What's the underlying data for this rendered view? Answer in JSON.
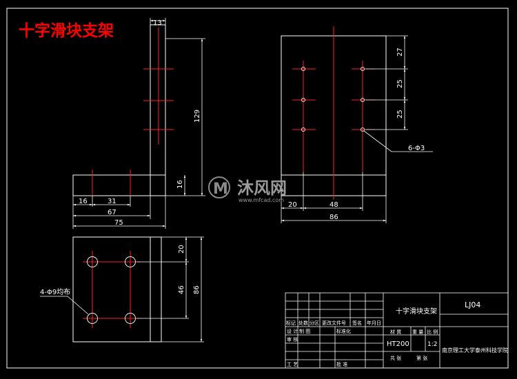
{
  "title": "十字滑块支架",
  "watermark": {
    "brand": "沐风网",
    "url": "www.mfcad.com"
  },
  "dimensions": {
    "d13": "13",
    "d129": "129",
    "d16v": "16",
    "d16h": "16",
    "d31": "31",
    "d67": "67",
    "d75": "75",
    "d27": "27",
    "d25a": "25",
    "d25b": "25",
    "d20h": "20",
    "d48": "48",
    "d86h": "86",
    "d20v": "20",
    "d46": "46",
    "d86v": "86"
  },
  "callouts": {
    "holes_right": "6-Φ3",
    "holes_bottom": "4-Φ9均布"
  },
  "title_block": {
    "part_name": "十字滑块支架",
    "drawing_no": "LJ04",
    "material": "HT200",
    "scale": "1:2",
    "school": "南京理工大学泰州科技学院",
    "hdr_material": "材 質",
    "hdr_weight": "重 量",
    "hdr_scale": "比 例",
    "hdr_total": "共   张",
    "hdr_sheet": "第   张",
    "rev_mark": "标记",
    "rev_count": "处数",
    "rev_zone": "分区",
    "rev_docno": "更改文件号",
    "rev_sign": "签名",
    "rev_date": "年月日",
    "designer": "设 计",
    "standardizer": "标准化",
    "reviewer": "审 核",
    "process": "工 艺",
    "drafter": "制 图",
    "approver": "批 准"
  },
  "colors": {
    "background": "#000000",
    "lines": "#ffffff",
    "center_lines": "#ff2020",
    "title": "#ff0000"
  }
}
